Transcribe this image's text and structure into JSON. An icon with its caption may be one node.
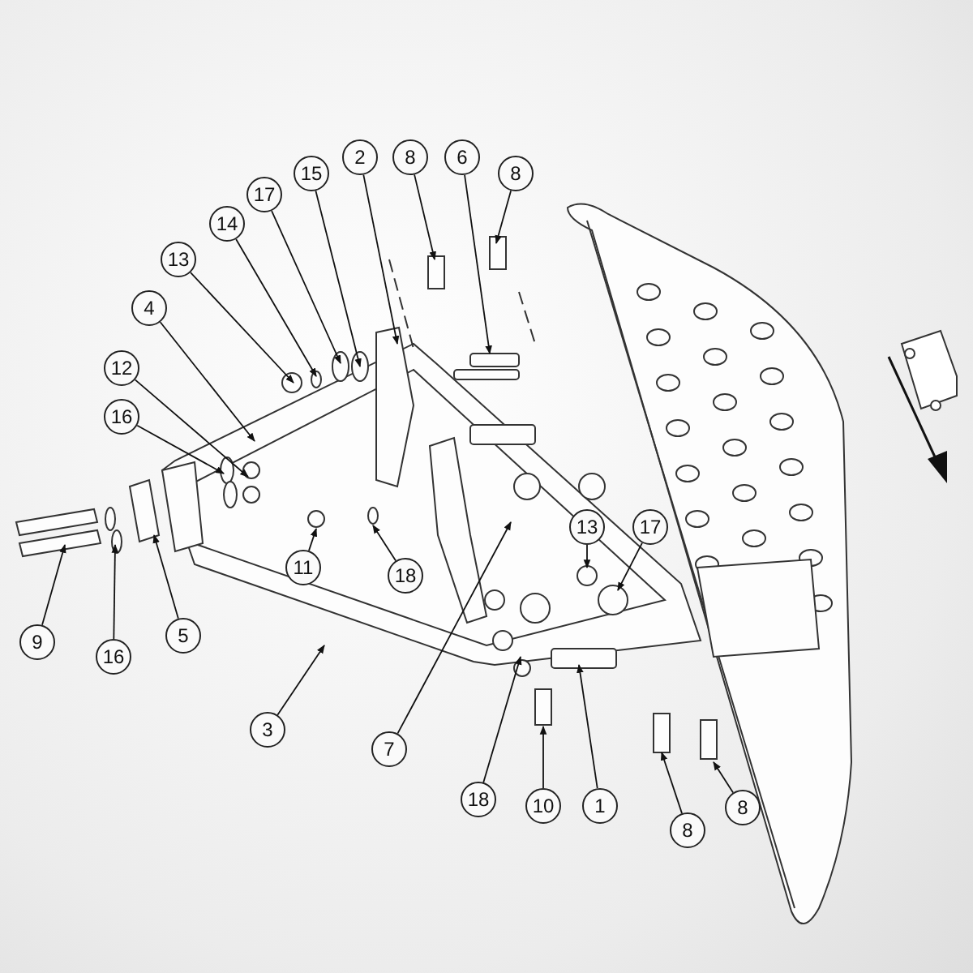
{
  "diagram": {
    "nodes": [
      {
        "text": [
          "2"
        ]
      },
      {
        "text": [
          "8"
        ]
      },
      {
        "text": [
          "6"
        ]
      },
      {
        "text": [
          "8"
        ]
      },
      {
        "text": [
          "15"
        ]
      },
      {
        "text": [
          "17"
        ]
      },
      {
        "text": [
          "14"
        ]
      },
      {
        "text": [
          "13"
        ]
      },
      {
        "text": [
          "4"
        ]
      },
      {
        "text": [
          "12"
        ]
      },
      {
        "text": [
          "16"
        ]
      },
      {
        "text": [
          "9"
        ]
      },
      {
        "text": [
          "16"
        ]
      },
      {
        "text": [
          "5"
        ]
      },
      {
        "text": [
          "11"
        ]
      },
      {
        "text": [
          "18"
        ]
      },
      {
        "text": [
          "3"
        ]
      },
      {
        "text": [
          "7"
        ]
      },
      {
        "text": [
          "13"
        ]
      },
      {
        "text": [
          "17"
        ]
      },
      {
        "text": [
          "18"
        ]
      },
      {
        "text": [
          "10"
        ]
      },
      {
        "text": [
          "1"
        ]
      },
      {
        "text": [
          "8"
        ]
      },
      {
        "text": [
          "8"
        ]
      }
    ],
    "edges": [
      {
        "from": 0,
        "to": null,
        "arrow": "to"
      },
      {
        "from": 1,
        "to": null,
        "arrow": "to"
      },
      {
        "from": 2,
        "to": null,
        "arrow": "to"
      },
      {
        "from": 3,
        "to": null,
        "arrow": "to"
      },
      {
        "from": 4,
        "to": null,
        "arrow": "to"
      },
      {
        "from": 5,
        "to": null,
        "arrow": "to"
      },
      {
        "from": 6,
        "to": null,
        "arrow": "to"
      },
      {
        "from": 7,
        "to": null,
        "arrow": "to"
      },
      {
        "from": 8,
        "to": null,
        "arrow": "to"
      },
      {
        "from": 9,
        "to": null,
        "arrow": "to"
      },
      {
        "from": 10,
        "to": null,
        "arrow": "to"
      },
      {
        "from": 11,
        "to": null,
        "arrow": "to"
      },
      {
        "from": 12,
        "to": null,
        "arrow": "to"
      },
      {
        "from": 13,
        "to": null,
        "arrow": "to"
      },
      {
        "from": 14,
        "to": null,
        "arrow": "to"
      },
      {
        "from": 15,
        "to": null,
        "arrow": "to"
      },
      {
        "from": 16,
        "to": null,
        "arrow": "to"
      },
      {
        "from": 17,
        "to": null,
        "arrow": "to"
      },
      {
        "from": 18,
        "to": null,
        "arrow": "to"
      },
      {
        "from": 19,
        "to": null,
        "arrow": "to"
      },
      {
        "from": 20,
        "to": null,
        "arrow": "to"
      },
      {
        "from": 21,
        "to": null,
        "arrow": "to"
      },
      {
        "from": 22,
        "to": null,
        "arrow": "to"
      },
      {
        "from": 23,
        "to": null,
        "arrow": "to"
      },
      {
        "from": 24,
        "to": null,
        "arrow": "to"
      }
    ]
  }
}
